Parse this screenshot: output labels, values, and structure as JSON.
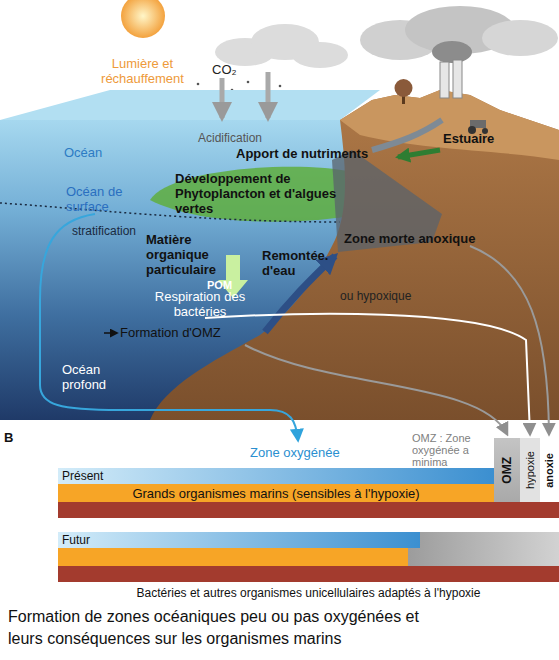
{
  "diagram": {
    "caption": "Formation de zones océaniques peu ou pas oxygénées et leurs conséquences sur les organismes marins",
    "nodes": [
      {
        "text": [
          "Présent"
        ]
      },
      {
        "text": [
          "Grands organismes marins (sensibles à l'hypoxie)"
        ]
      },
      {
        "text": [
          "OMZ"
        ]
      },
      {
        "text": [
          "hypoxie"
        ]
      },
      {
        "text": [
          "anoxie"
        ]
      },
      {
        "text": [
          "Futur"
        ]
      },
      {
        "text": [
          "Bactéries et autres organismes unicellulaires adaptés à l'hypoxie"
        ]
      }
    ],
    "labels": [
      "Lumière et réchauffement",
      "CO₂",
      "Acidification",
      "Océan",
      "Estuaire",
      "Apport de nutriments",
      "Océan de surface",
      "Développement de Phytoplancton et d'algues vertes",
      "stratification",
      "Matière organique particulaire",
      "POM",
      "Remontée. d'eau",
      "Zone morte anoxique",
      "Respiration des bactéries",
      "ou hypoxique",
      "Formation d'OMZ",
      "Océan profond",
      "B",
      "Zone oxygénée",
      "OMZ : Zone oxygénée a minima"
    ]
  }
}
